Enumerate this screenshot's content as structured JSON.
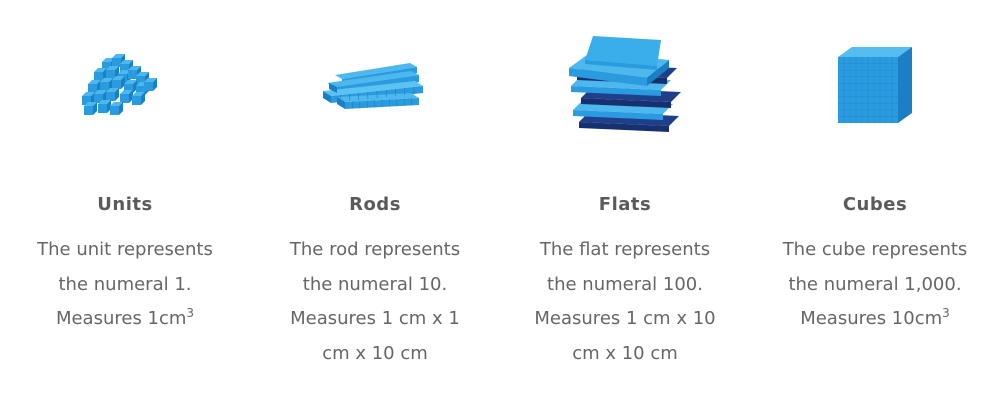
{
  "columns": [
    {
      "id": "units",
      "title": "Units",
      "lines": [
        "The unit represents",
        "the numeral 1.",
        "Measures 1cm"
      ],
      "sup": "3",
      "icon": "unit-cubes-pile-icon"
    },
    {
      "id": "rods",
      "title": "Rods",
      "lines": [
        "The rod represents",
        "the numeral 10.",
        "Measures 1 cm x 1",
        "cm x 10 cm"
      ],
      "sup": "",
      "icon": "rods-bundle-icon"
    },
    {
      "id": "flats",
      "title": "Flats",
      "lines": [
        "The flat represents",
        "the numeral 100.",
        "Measures 1 cm x 10",
        "cm x 10 cm"
      ],
      "sup": "",
      "icon": "flats-stack-icon"
    },
    {
      "id": "cubes",
      "title": "Cubes",
      "lines": [
        "The cube represents",
        "the numeral 1,000.",
        "Measures 10cm"
      ],
      "sup": "3",
      "icon": "thousand-cube-icon"
    }
  ],
  "colors": {
    "block_top": "#4db8ee",
    "block_front": "#2b9be0",
    "block_side": "#1a7fc4",
    "block_dark": "#1f3f8a",
    "text": "#666666",
    "title": "#5a5a5a"
  }
}
